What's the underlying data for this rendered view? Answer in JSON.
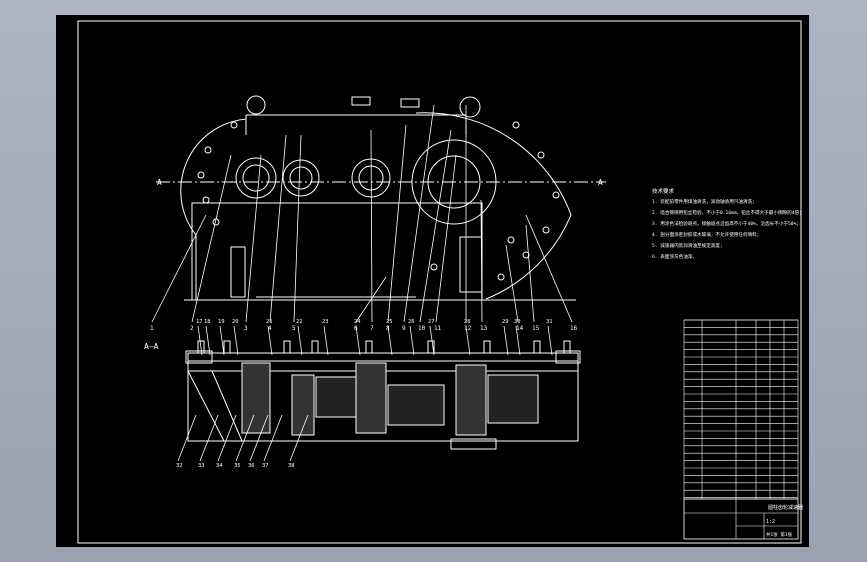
{
  "drawing": {
    "section_marks": {
      "left": "A",
      "right": "A",
      "section_label": "A—A"
    },
    "colors": {
      "background": "#000000",
      "line": "#ffffff",
      "border_frame": "#aeb4c2",
      "center_line": "#ffffff"
    },
    "top_view_callouts": [
      "1",
      "2",
      "3",
      "4",
      "5",
      "6",
      "7",
      "8",
      "9",
      "10",
      "11",
      "12",
      "13",
      "14",
      "15",
      "16"
    ],
    "section_view_callouts": [
      "17",
      "18",
      "19",
      "20",
      "21",
      "22",
      "23",
      "24",
      "25",
      "26",
      "27",
      "28",
      "29",
      "30",
      "31",
      "32",
      "33",
      "34",
      "35",
      "36",
      "37",
      "38"
    ],
    "technical_requirements_title": "技术要求",
    "technical_requirements": [
      "1. 装配前零件用煤油清洗，滚动轴承用汽油清洗；",
      "2. 啮合侧隙用铅丝检验，不小于0.16mm，铅丝不得大于最小侧隙的4倍；",
      "3. 用涂色法检验斑点，接触斑点沿齿高不小于40%，沿齿长不小于50%；",
      "4. 剖分面涂密封胶或水玻璃，不允许使用任何填料；",
      "5. 减速器内装润滑油至规定高度；",
      "6. 表面涂灰色油漆。"
    ],
    "title_block": {
      "name": "圆柱齿轮减速器",
      "scale": "1:2",
      "sheet": "共1张 第1张"
    }
  }
}
